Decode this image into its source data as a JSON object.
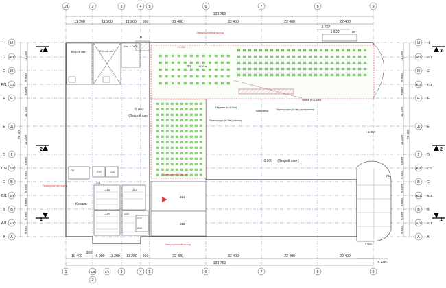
{
  "dims_top": {
    "overall": "123 760",
    "segments": [
      "11 200",
      "11 200",
      "11 200",
      "560",
      "22 400",
      "22 400",
      "22 400",
      "22 400"
    ],
    "extra_a": "2 767",
    "extra_b": "1 500"
  },
  "dims_bottom": {
    "overall": "123 760",
    "segments": [
      "10 400",
      "800",
      "6 000",
      "11 200",
      "11 200",
      "560",
      "22 400",
      "22 400",
      "22 400",
      "22 400"
    ],
    "extra": "8 400"
  },
  "col_axes_top": [
    "1/1",
    "2",
    "3",
    "4",
    "5",
    "6",
    "7",
    "8",
    "9"
  ],
  "col_axes_bottom": [
    "1",
    "1/3",
    "2",
    "2/1",
    "3",
    "4",
    "5",
    "6",
    "7",
    "8",
    "9"
  ],
  "row_axes_left": [
    {
      "latin": "H",
      "cyr": "И"
    },
    {
      "latin": "G",
      "cyr": "Ж/1"
    },
    {
      "latin": "G",
      "cyr": "Ж"
    },
    {
      "latin": "F/1",
      "cyr": "Е/1"
    },
    {
      "latin": "F",
      "cyr": "Е"
    },
    {
      "latin": "E",
      "cyr": "Д"
    },
    {
      "latin": "D",
      "cyr": "Г"
    },
    {
      "latin": "C/2",
      "cyr": "В/2"
    },
    {
      "latin": "C",
      "cyr": "В"
    },
    {
      "latin": "B/1",
      "cyr": "Б/1"
    },
    {
      "latin": "B",
      "cyr": "Б"
    },
    {
      "latin": "A/1",
      "cyr": "А/1"
    },
    {
      "latin": "A",
      "cyr": "А"
    }
  ],
  "row_axes_right": [
    {
      "cyr": "И",
      "latin": "H"
    },
    {
      "cyr": "Ж/1",
      "latin": "G/1"
    },
    {
      "cyr": "Ж",
      "latin": "G"
    },
    {
      "cyr": "Е/1",
      "latin": "F/1"
    },
    {
      "cyr": "Е",
      "latin": "F"
    },
    {
      "cyr": "Д",
      "latin": "E"
    },
    {
      "cyr": "Г",
      "latin": "D"
    },
    {
      "cyr": "В/2",
      "latin": "C/2"
    },
    {
      "cyr": "В",
      "latin": "C"
    },
    {
      "cyr": "Б/1",
      "latin": "B/1"
    },
    {
      "cyr": "Б",
      "latin": "B"
    },
    {
      "cyr": "А/1",
      "latin": "A/1"
    },
    {
      "cyr": "А",
      "latin": "A"
    }
  ],
  "dims_left_rows": [
    "11 200",
    "5 600",
    "5 600",
    "5 600",
    "11 200",
    "11 200",
    "5 600",
    "5 600",
    "5 600",
    "5 600",
    "5 600",
    "5 600"
  ],
  "dims_left_overall": "78 400",
  "dims_right_rows": [
    "11 200",
    "5 600",
    "5 600",
    "5 600",
    "11 200",
    "11 200",
    "5 600",
    "5 600",
    "5 600",
    "5 600",
    "5 600",
    "5 600"
  ],
  "dims_right_overall": "78 400",
  "sections": {
    "s3": "3",
    "s2": "2",
    "s1": "1"
  },
  "labels": {
    "emergency_exit_top": "Эвакуационный выход",
    "emergency_exit_mid": "Эвакуационный выход",
    "emergency_exit_bottom": "Эвакуационный выход",
    "second_light_a": "Второй свет",
    "second_light_b": "Второй свет",
    "level_zero_left": "0.000",
    "second_light_left": "(Второй свет)",
    "level_zero_center": "0.000",
    "second_light_center": "(Второй свет)",
    "level_top": "+3.300",
    "level_room_top": "Отм. + 3.000",
    "level_room_201": "+3.60 м",
    "level_right": "+3.300",
    "roof": "Кровля",
    "room_l1": "Л1",
    "room_l2": "Л2",
    "room_l3": "Л3",
    "room_201": "201",
    "room_221": "221",
    "room_222": "222",
    "room_l5": "Л5",
    "room_232": "232",
    "room_233": "233",
    "room_214": "214",
    "room_213": "213",
    "room_219": "219",
    "room_224": "224",
    "room_225": "225",
    "room_226": "226",
    "room_218": "218",
    "parapet": "Парапет (h=1.20м)",
    "partition_glass": "Перегородка (h=3м) (стекло)",
    "travelator": "Траволатор",
    "partition_transparent": "Перегородка (h=3м) (прозрачная)",
    "railing": "Проем (h=1.20м)",
    "small_note": "Помещение ресторана",
    "dim_5600": "5 600"
  }
}
